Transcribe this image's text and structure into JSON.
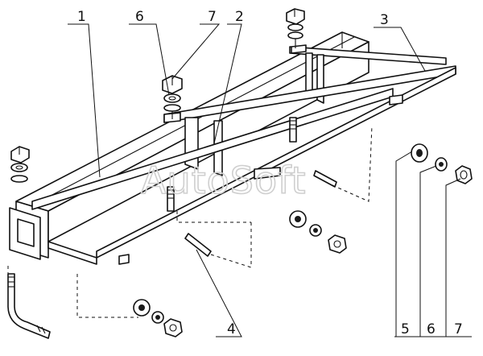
{
  "callouts": [
    {
      "id": "1",
      "label": "1"
    },
    {
      "id": "6a",
      "label": "6"
    },
    {
      "id": "7a",
      "label": "7"
    },
    {
      "id": "2",
      "label": "2"
    },
    {
      "id": "3",
      "label": "3"
    },
    {
      "id": "4",
      "label": "4"
    },
    {
      "id": "5",
      "label": "5"
    },
    {
      "id": "6b",
      "label": "6"
    },
    {
      "id": "7b",
      "label": "7"
    }
  ],
  "watermark": "AutoSoft",
  "icons": [
    "nut-icon",
    "washer-icon",
    "u-bolt-icon"
  ]
}
